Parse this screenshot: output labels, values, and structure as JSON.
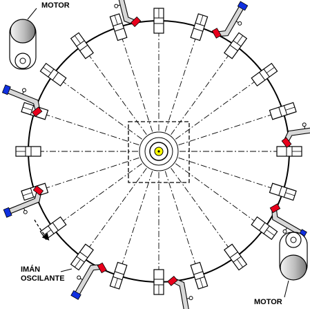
{
  "labels": {
    "motor_top": "MOTOR",
    "motor_bottom": "MOTOR",
    "iman_line1": "IMÁN",
    "iman_line2": "OSCILANTE"
  },
  "colors": {
    "line": "#000000",
    "hub": "#ffff00",
    "magnet_red": "#e8001c",
    "magnet_blue": "#1030e0",
    "arm_fill": "#d8d8d8",
    "motor_fill": "#c8c8c8"
  },
  "wheel": {
    "spoke_count": 20,
    "has_center_square": true,
    "has_rotation_arrow": true
  }
}
